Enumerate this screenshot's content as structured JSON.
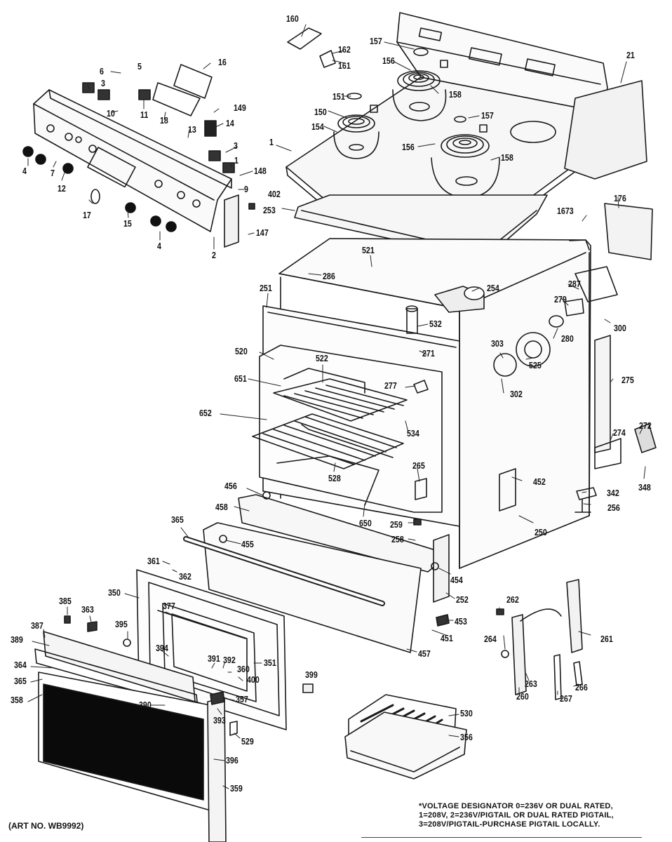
{
  "diagram": {
    "art_number": "(ART NO. WB9992)",
    "voltage_note": [
      "*VOLTAGE DESIGNATOR 0=236V OR DUAL RATED,",
      "1=208V, 2=236V/PIGTAIL OR DUAL RATED PIGTAIL,",
      "3=208V/PIGTAIL-PURCHASE PIGTAIL LOCALLY."
    ],
    "labels": [
      "160",
      "157",
      "162",
      "161",
      "156",
      "21",
      "6",
      "5",
      "16",
      "151",
      "158",
      "3",
      "150",
      "149",
      "154",
      "10",
      "11",
      "18",
      "13",
      "14",
      "157",
      "1",
      "156",
      "158",
      "4",
      "7",
      "3",
      "1",
      "12",
      "148",
      "9",
      "402",
      "253",
      "1673",
      "176",
      "17",
      "15",
      "4",
      "147",
      "2",
      "521",
      "286",
      "287",
      "254",
      "251",
      "279",
      "300",
      "532",
      "280",
      "303",
      "525",
      "520",
      "522",
      "271",
      "651",
      "277",
      "302",
      "275",
      "652",
      "534",
      "274",
      "272",
      "265",
      "528",
      "456",
      "452",
      "342",
      "348",
      "458",
      "650",
      "256",
      "365",
      "259",
      "455",
      "258",
      "250",
      "454",
      "361",
      "362",
      "350",
      "252",
      "262",
      "385",
      "363",
      "453",
      "377",
      "395",
      "451",
      "264",
      "387",
      "261",
      "389",
      "394",
      "391",
      "392",
      "457",
      "351",
      "364",
      "360",
      "400",
      "365",
      "263",
      "399",
      "358",
      "357",
      "260",
      "267",
      "266",
      "390",
      "530",
      "393",
      "356",
      "529",
      "396",
      "359"
    ]
  }
}
